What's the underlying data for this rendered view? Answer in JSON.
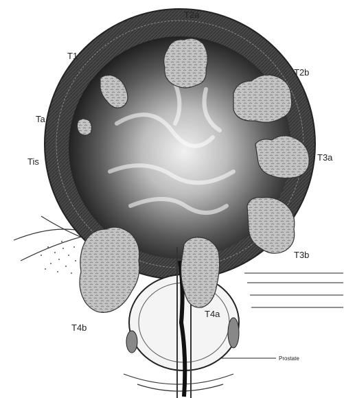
{
  "diagram": {
    "labels": {
      "t2a": "T2a",
      "t1": "T1",
      "t2b": "T2b",
      "ta": "Ta",
      "tis": "Tis",
      "t3a": "T3a",
      "t3b": "T3b",
      "t4a": "T4a",
      "t4b": "T4b",
      "prostate": "Prostate"
    },
    "colors": {
      "wall": "#3f3f3f",
      "tumor": "#bdbdbd",
      "interior": "#1e1e1e",
      "line": "#333333"
    }
  }
}
